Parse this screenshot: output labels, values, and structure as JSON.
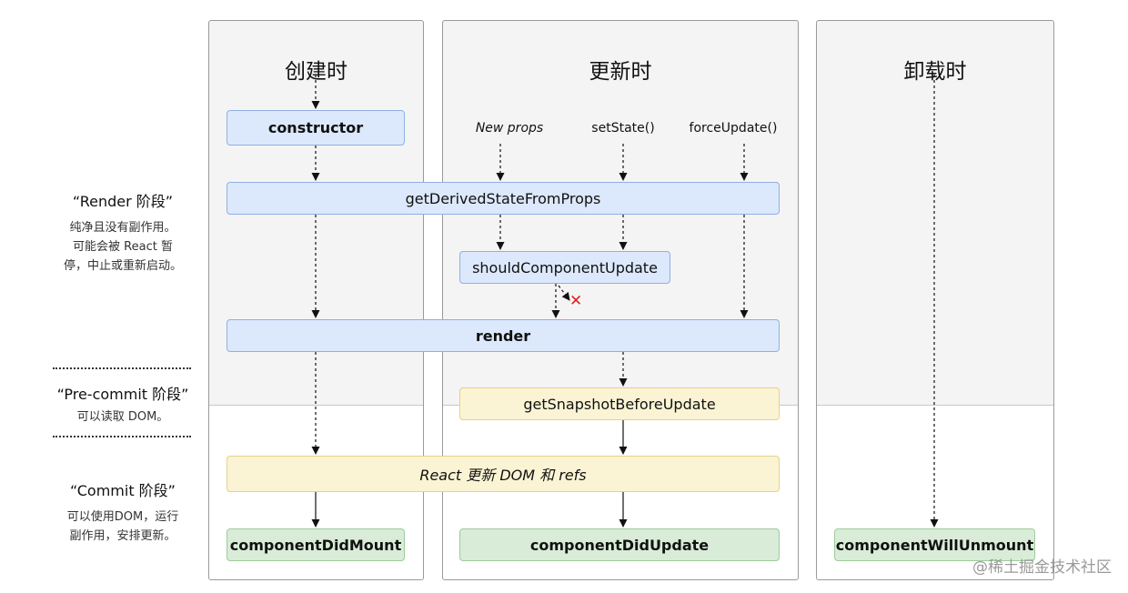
{
  "columns": {
    "mount": {
      "title": "创建时"
    },
    "update": {
      "title": "更新时"
    },
    "unmount": {
      "title": "卸载时"
    }
  },
  "triggers": {
    "new_props": "New props",
    "set_state": "setState()",
    "force_update": "forceUpdate()"
  },
  "nodes": {
    "constructor": "constructor",
    "get_derived_state": "getDerivedStateFromProps",
    "should_component_update": "shouldComponentUpdate",
    "render": "render",
    "get_snapshot": "getSnapshotBeforeUpdate",
    "react_update_dom": "React 更新 DOM 和 refs",
    "component_did_mount": "componentDidMount",
    "component_did_update": "componentDidUpdate",
    "component_will_unmount": "componentWillUnmount"
  },
  "phases": {
    "render": {
      "title": "“Render 阶段”",
      "desc": "纯净且没有副作用。\n可能会被 React 暂\n停，中止或重新启动。"
    },
    "precommit": {
      "title": "“Pre-commit 阶段”",
      "desc": "可以读取 DOM。"
    },
    "commit": {
      "title": "“Commit 阶段”",
      "desc": "可以使用DOM，运行\n副作用，安排更新。"
    }
  },
  "stop_mark": "✕",
  "watermark": "@稀土掘金技术社区",
  "colors": {
    "render_box": "#dce8fb",
    "commit_box": "#fbf4d4",
    "lifecycle_end_box": "#d9ecd8",
    "stop_mark": "#e02020"
  }
}
